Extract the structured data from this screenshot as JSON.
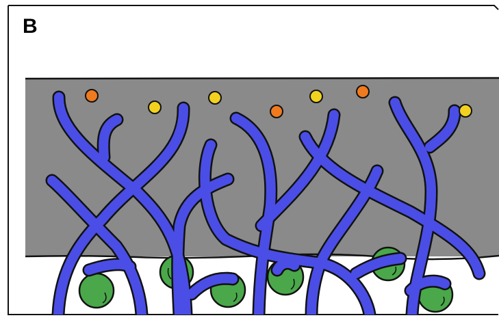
{
  "panel": {
    "label": "B"
  },
  "colors": {
    "background": "#ffffff",
    "substrate_gray": "#8a8a8a",
    "hypha_blue": "#4a4ee6",
    "outline": "#111111",
    "root_green": "#4aa84a",
    "particle_orange": "#f07a1e",
    "particle_yellow": "#f2d21e"
  },
  "icons": {
    "hyphae": "hypha-strand",
    "green_cells": "root-cell",
    "orange_particles": "orange-particle",
    "yellow_particles": "yellow-particle"
  }
}
